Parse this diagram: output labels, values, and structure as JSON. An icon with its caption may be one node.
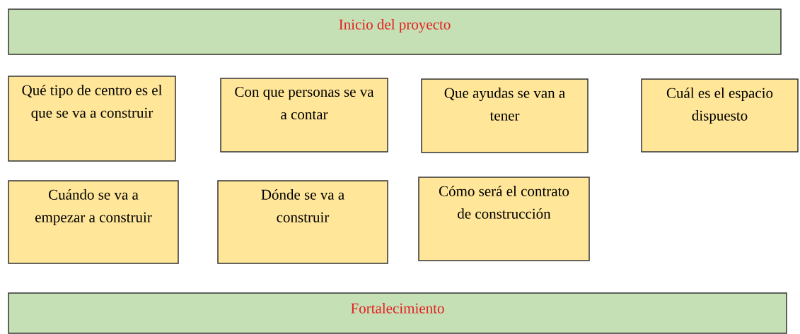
{
  "diagram": {
    "nodes": [
      {
        "text": [
          "Inicio del proyecto"
        ]
      },
      {
        "text": [
          "Qué tipo de centro es el que se va a construir"
        ]
      },
      {
        "text": [
          "Con que personas se va a contar"
        ]
      },
      {
        "text": [
          "Que ayudas se van a tener"
        ]
      },
      {
        "text": [
          "Cuál es el espacio dispuesto"
        ]
      },
      {
        "text": [
          "Cuándo se va a empezar a construir"
        ]
      },
      {
        "text": [
          "Dónde se va a construir"
        ]
      },
      {
        "text": [
          "Cómo será el contrato de construcción"
        ]
      },
      {
        "text": [
          "Fortalecimiento"
        ]
      }
    ]
  }
}
